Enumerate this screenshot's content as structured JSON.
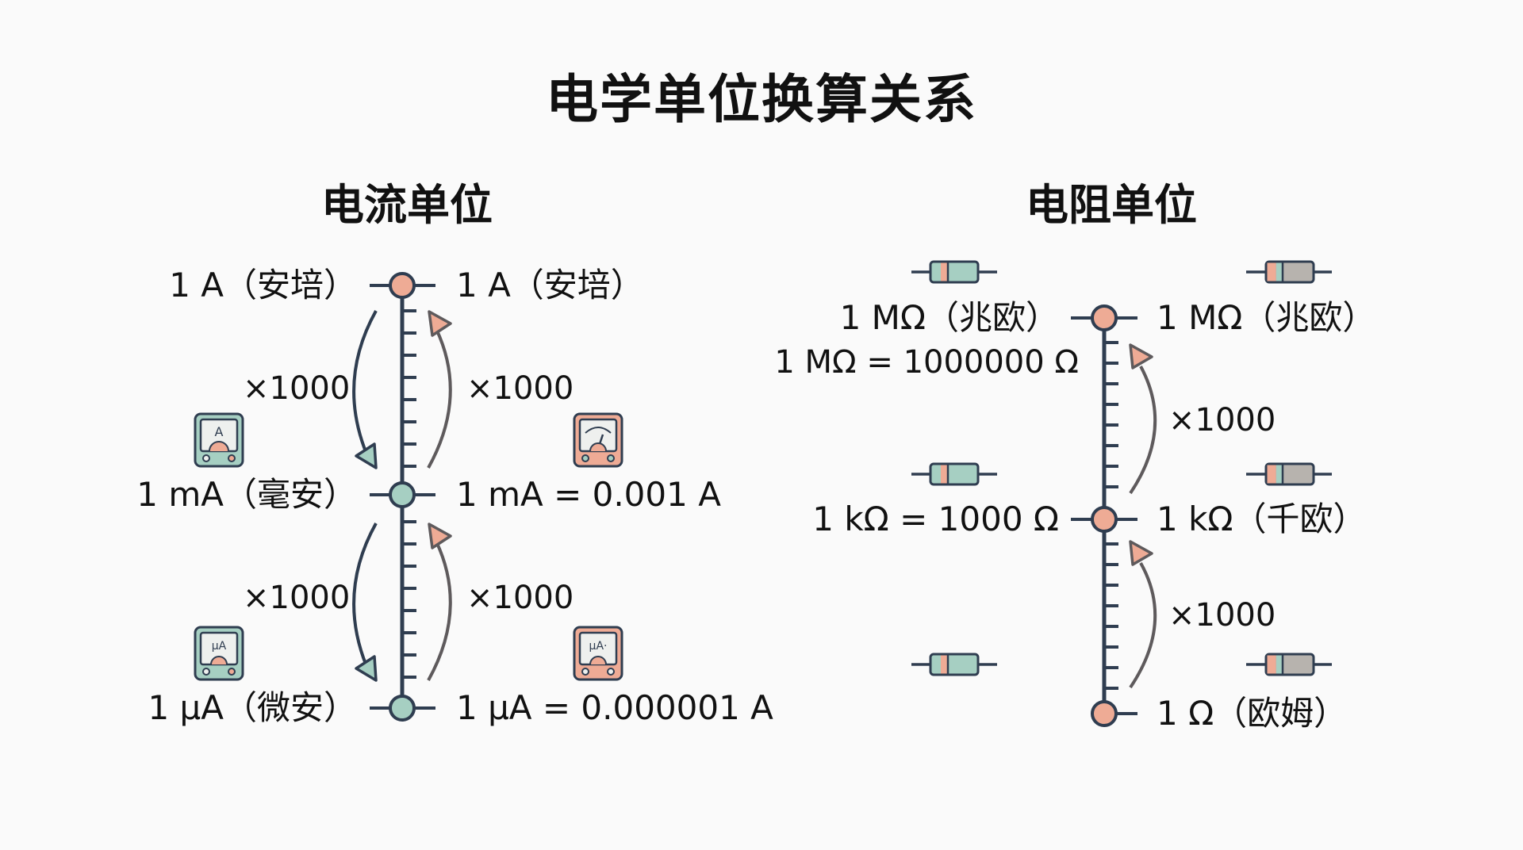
{
  "title": "电学单位换算关系",
  "current": {
    "heading": "电流单位",
    "nodes": [
      {
        "left": "1 A（安培）",
        "right": "1 A（安培）",
        "color": "#eeab95"
      },
      {
        "left": "1 mA（毫安）",
        "right": "1 mA = 0.001 A",
        "color": "#a6cfc2"
      },
      {
        "left": "1 μA（微安）",
        "right": "1 μA = 0.000001 A",
        "color": "#a6cfc2"
      }
    ],
    "multipliers": {
      "left_upper": "×1000",
      "right_upper": "×1000",
      "left_lower": "×1000",
      "right_lower": "×1000"
    },
    "meters": [
      {
        "icon": "ammeter-icon",
        "label": "A",
        "color": "#a6cfc2"
      },
      {
        "icon": "ammeter-dial-icon",
        "label": "",
        "color": "#eeab95"
      },
      {
        "icon": "microammeter-icon",
        "label": "μA",
        "color": "#a6cfc2"
      },
      {
        "icon": "microammeter-icon",
        "label": "μA·",
        "color": "#eeab95"
      }
    ]
  },
  "resistance": {
    "heading": "电阻单位",
    "nodes": [
      {
        "left": "1 MΩ（兆欧）",
        "left_sub": "1 MΩ = 1000000 Ω",
        "right": "1 MΩ（兆欧）",
        "color": "#eeab95"
      },
      {
        "left": "1 kΩ = 1000 Ω",
        "right": "1 kΩ（千欧）",
        "color": "#eeab95"
      },
      {
        "left": "",
        "right": "1 Ω（欧姆）",
        "color": "#eeab95"
      }
    ],
    "multipliers": {
      "upper": "×1000",
      "lower": "×1000"
    },
    "resistors": [
      {
        "icon": "resistor-icon",
        "variant": "teal"
      },
      {
        "icon": "resistor-icon",
        "variant": "gray"
      },
      {
        "icon": "resistor-icon",
        "variant": "teal"
      },
      {
        "icon": "resistor-icon",
        "variant": "gray"
      },
      {
        "icon": "resistor-icon",
        "variant": "teal"
      },
      {
        "icon": "resistor-icon",
        "variant": "gray"
      }
    ]
  },
  "colors": {
    "line": "#2f3d50",
    "salmon": "#eeab95",
    "teal": "#a6cfc2",
    "gray_arrow": "#5e5a5c",
    "gray_body": "#b7b3ae"
  }
}
